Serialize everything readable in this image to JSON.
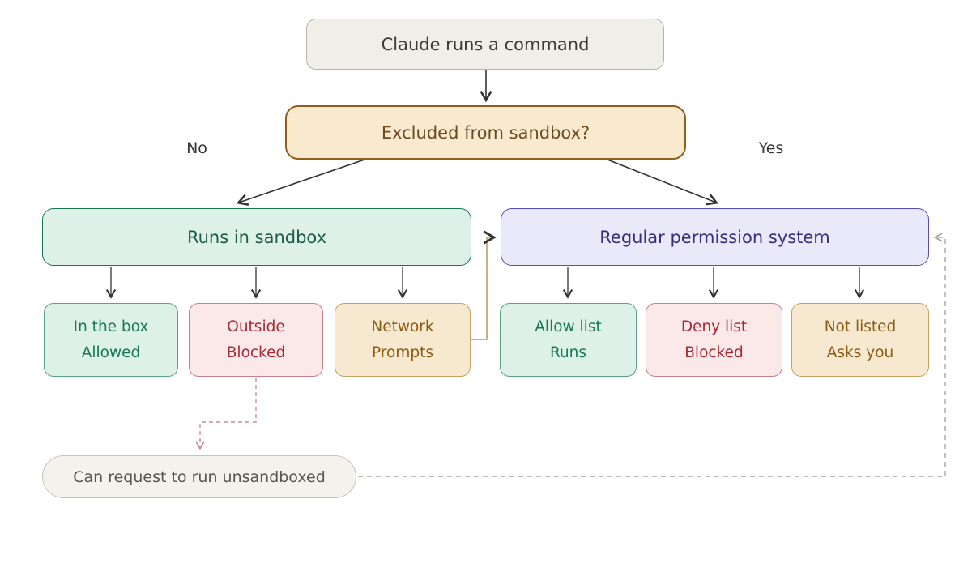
{
  "diagram": {
    "root": {
      "label": "Claude runs a command"
    },
    "decision": {
      "label": "Excluded from sandbox?"
    },
    "branch_labels": {
      "no": "No",
      "yes": "Yes"
    },
    "sandbox": {
      "label": "Runs in sandbox"
    },
    "permission": {
      "label": "Regular permission system"
    },
    "sandbox_children": [
      {
        "line1": "In the box",
        "line2": "Allowed",
        "variant": "green"
      },
      {
        "line1": "Outside",
        "line2": "Blocked",
        "variant": "red"
      },
      {
        "line1": "Network",
        "line2": "Prompts",
        "variant": "tan"
      }
    ],
    "permission_children": [
      {
        "line1": "Allow list",
        "line2": "Runs",
        "variant": "green"
      },
      {
        "line1": "Deny list",
        "line2": "Blocked",
        "variant": "red"
      },
      {
        "line1": "Not listed",
        "line2": "Asks you",
        "variant": "tan"
      }
    ],
    "request": {
      "label": "Can request to run unsandboxed"
    }
  },
  "palette": {
    "allowed_green_bg": "#ddf1e9",
    "allowed_green_border": "#15784f",
    "blocked_red_bg": "#fbe9e9",
    "blocked_red_text": "#a42a35",
    "prompt_tan_bg": "#f7e9cf",
    "prompt_tan_border": "#8f5f1e",
    "permission_purple_bg": "#e9e9fa",
    "permission_purple_border": "#564db8",
    "neutral_gray_bg": "#efeee8",
    "edge_dark": "#333333",
    "edge_pink_dash": "#c98f99",
    "edge_gray_dash": "#aba69e",
    "edge_tan_line": "#c9a86b"
  }
}
